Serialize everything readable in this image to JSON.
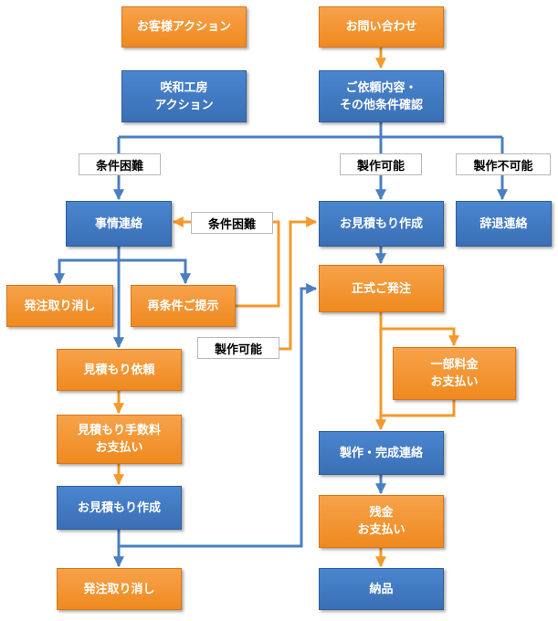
{
  "colors": {
    "orange": "#ef8a1f",
    "blue": "#3a6fb5",
    "blue_line": "#4a7fc1",
    "orange_line": "#f39a2a"
  },
  "legend": {
    "customer_action": "お客様アクション",
    "sakuwa_action": "咲和工房\nアクション"
  },
  "nodes": {
    "inquiry": "お問い合わせ",
    "confirm_request": "ご依頼内容・\nその他条件確認",
    "circumstance_contact": "事情連絡",
    "quote_create_top": "お見積もり作成",
    "decline_contact": "辞退連絡",
    "cancel_order_top": "発注取り消し",
    "represent_conditions": "再条件ご提示",
    "formal_order": "正式ご発注",
    "quote_request": "見積もり依頼",
    "partial_payment": "一部料金\nお支払い",
    "quote_fee_payment": "見積もり手数料\nお支払い",
    "production_complete_contact": "製作・完成連絡",
    "quote_create_bottom": "お見積もり作成",
    "balance_payment": "残金\nお支払い",
    "cancel_order_bottom": "発注取り消し",
    "delivery": "納品"
  },
  "tags": {
    "conditions_difficult_left": "条件困難",
    "production_possible_top": "製作可能",
    "production_impossible": "製作不可能",
    "conditions_difficult_mid": "条件困難",
    "production_possible_mid": "製作可能"
  }
}
